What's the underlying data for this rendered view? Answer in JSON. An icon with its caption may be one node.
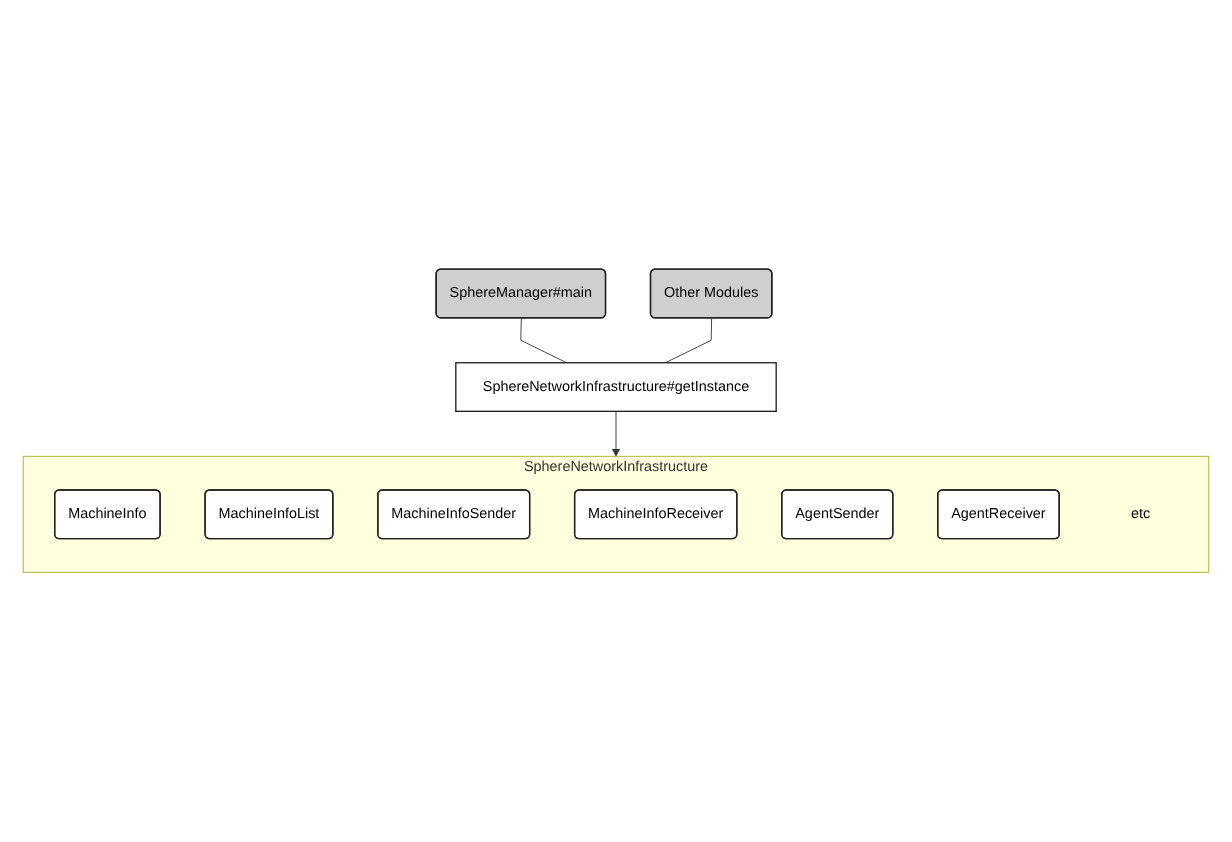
{
  "diagram": {
    "nodes": [
      {
        "text": [
          "SphereManager#main"
        ]
      },
      {
        "text": [
          "Other Modules"
        ]
      },
      {
        "text": [
          "SphereNetworkInfrastructure#getInstance"
        ]
      },
      {
        "text": [
          "SphereNetworkInfrastructure"
        ]
      },
      {
        "text": [
          "MachineInfo"
        ],
        "in": 3
      },
      {
        "text": [
          "MachineInfoList"
        ],
        "in": 3
      },
      {
        "text": [
          "MachineInfoSender"
        ],
        "in": 3
      },
      {
        "text": [
          "MachineInfoReceiver"
        ],
        "in": 3
      },
      {
        "text": [
          "AgentSender"
        ],
        "in": 3
      },
      {
        "text": [
          "AgentReceiver"
        ],
        "in": 3
      },
      {
        "text": [
          "etc"
        ],
        "in": 3
      }
    ],
    "edges": [
      {
        "from": 0,
        "to": 2,
        "arrow": "none"
      },
      {
        "from": 1,
        "to": 2,
        "arrow": "none"
      },
      {
        "from": 2,
        "to": 3,
        "arrow": "to"
      }
    ]
  }
}
